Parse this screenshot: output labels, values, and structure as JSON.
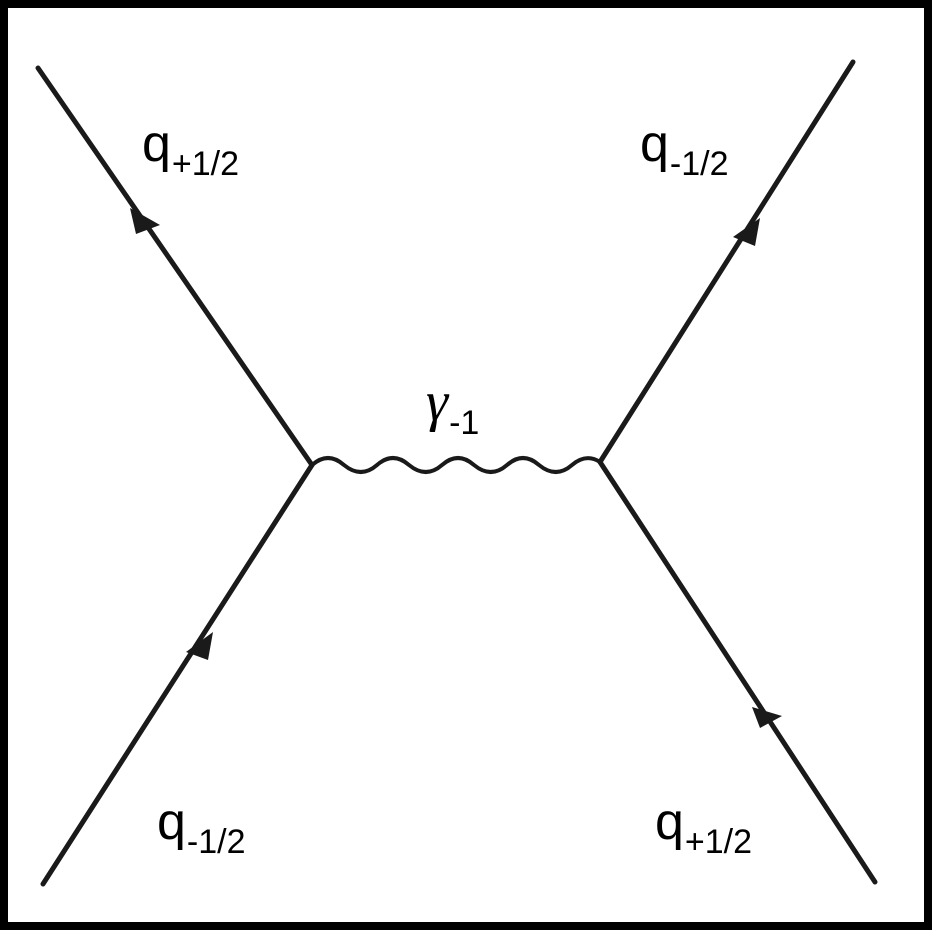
{
  "diagram": {
    "labels": {
      "top_left": {
        "symbol": "q",
        "subscript": "+1/2"
      },
      "top_right": {
        "symbol": "q",
        "subscript": "-1/2"
      },
      "bottom_left": {
        "symbol": "q",
        "subscript": "-1/2"
      },
      "bottom_right": {
        "symbol": "q",
        "subscript": "+1/2"
      },
      "photon": {
        "symbol": "γ",
        "subscript": "-1"
      }
    },
    "colors": {
      "background": "#000000",
      "canvas": "#ffffff",
      "line": "#1a1a1a"
    },
    "icons": [
      "arrow-icon"
    ]
  }
}
